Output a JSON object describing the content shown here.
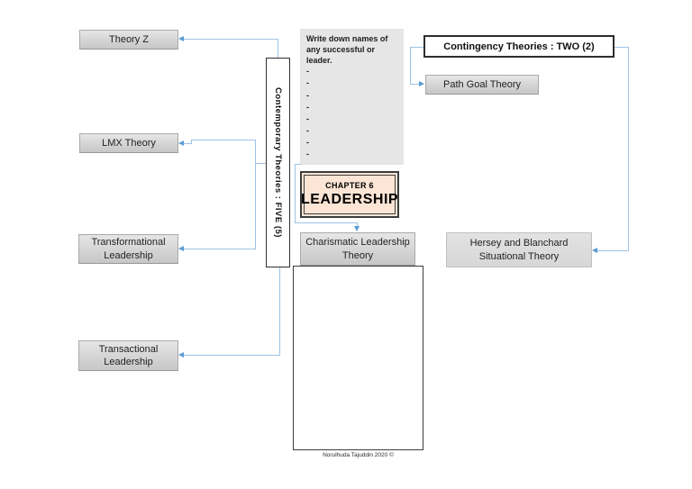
{
  "diagram": {
    "title_box": {
      "chapter_label": "CHAPTER 6",
      "chapter_title": "LEADERSHIP"
    },
    "groups": {
      "contemporary": "Contemporary Theories : FIVE (5)",
      "contingency": "Contingency Theories : TWO (2)"
    },
    "nodes": {
      "theory_z": "Theory Z",
      "lmx": "LMX Theory",
      "transformational": "Transformational Leadership",
      "transactional": "Transactional Leadership",
      "charismatic": "Charismatic Leadership Theory",
      "path_goal": "Path Goal Theory",
      "hersey": "Hersey and Blanchard Situational Theory"
    },
    "note": {
      "prompt": "Write down names of any successful or leader.",
      "dashes": "-\n-\n-\n-\n-\n-\n-\n-"
    },
    "colors": {
      "connector": "#9dc3e6",
      "arrowhead": "#5b9bd5",
      "chapter_fill": "#fce5d5",
      "node_fill": "#d9d9d9"
    }
  },
  "footer": {
    "credit": "Norulhuda Tajuddin 2020 ©"
  }
}
